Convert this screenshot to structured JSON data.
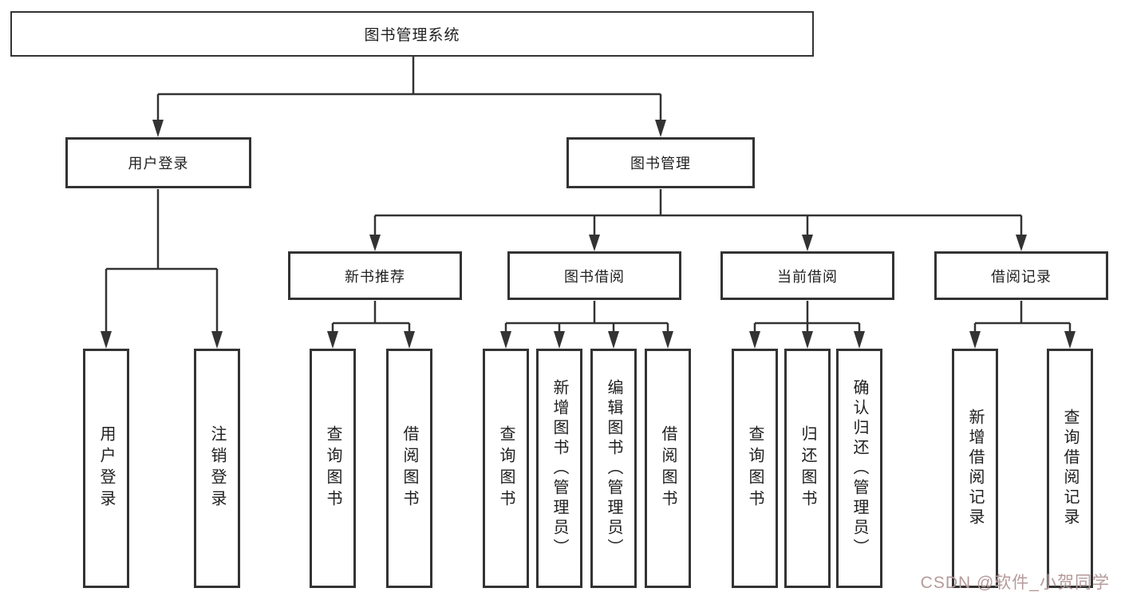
{
  "tree": {
    "root": {
      "label": "图书管理系统",
      "children": [
        {
          "label": "用户登录",
          "children": [
            {
              "label": "用户登录"
            },
            {
              "label": "注销登录"
            }
          ]
        },
        {
          "label": "图书管理",
          "children": [
            {
              "label": "新书推荐",
              "children": [
                {
                  "label": "查询图书"
                },
                {
                  "label": "借阅图书"
                }
              ]
            },
            {
              "label": "图书借阅",
              "children": [
                {
                  "label": "查询图书"
                },
                {
                  "label": "新增图书（管理员）"
                },
                {
                  "label": "编辑图书（管理员）"
                },
                {
                  "label": "借阅图书"
                }
              ]
            },
            {
              "label": "当前借阅",
              "children": [
                {
                  "label": "查询图书"
                },
                {
                  "label": "归还图书"
                },
                {
                  "label": "确认归还（管理员）"
                }
              ]
            },
            {
              "label": "借阅记录",
              "children": [
                {
                  "label": "新增借阅记录"
                },
                {
                  "label": "查询借阅记录"
                }
              ]
            }
          ]
        }
      ]
    }
  },
  "watermark": {
    "text": "CSDN @软件_小贺同学"
  },
  "colors": {
    "line": "#333333",
    "text": "#1f1f1f",
    "background": "#ffffff",
    "watermark": "#b59a9a"
  }
}
